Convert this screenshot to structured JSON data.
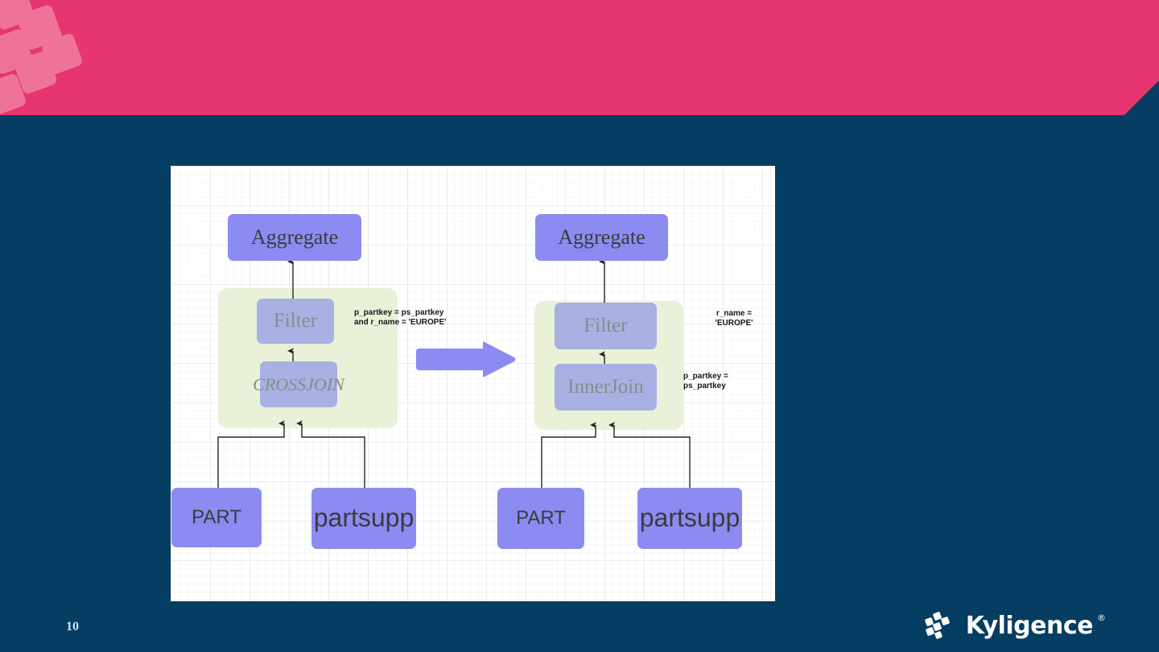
{
  "slide": {
    "page_number": "10",
    "brand_name": "Kyligence",
    "brand_trademark": "®",
    "colors": {
      "header_pink": "#e63571",
      "header_diamond": "#ef7398",
      "background_navy": "#063d62",
      "node_blue": "#8b8bf2",
      "node_blue_soft": "#a9b0e3",
      "group_green": "#e9f1d9",
      "canvas_white": "#ffffff",
      "grid_line": "#ececec"
    }
  },
  "diagram": {
    "type": "query-plan-transformation",
    "left_plan": {
      "name": "before-plan",
      "nodes": [
        {
          "id": "agg-left",
          "label": "Aggregate",
          "style": "strong",
          "font": "serif"
        },
        {
          "id": "filter-left",
          "label": "Filter",
          "style": "soft",
          "font": "serif"
        },
        {
          "id": "crossjoin-left",
          "label": "CROSSJOIN",
          "style": "soft",
          "font": "serif-italic"
        },
        {
          "id": "part-left",
          "label": "PART",
          "style": "strong",
          "font": "sans"
        },
        {
          "id": "partsupp-left",
          "label": "partsupp",
          "style": "strong",
          "font": "sans"
        }
      ],
      "annotation": "p_partkey = ps_partkey\nand r_name = 'EUROPE'",
      "group_label": "pushdown-candidate-region"
    },
    "right_plan": {
      "name": "after-plan",
      "nodes": [
        {
          "id": "agg-right",
          "label": "Aggregate",
          "style": "strong",
          "font": "serif"
        },
        {
          "id": "filter-right",
          "label": "Filter",
          "style": "soft",
          "font": "serif"
        },
        {
          "id": "innerjoin-right",
          "label": "InnerJoin",
          "style": "soft",
          "font": "serif"
        },
        {
          "id": "part-right",
          "label": "PART",
          "style": "strong",
          "font": "sans"
        },
        {
          "id": "partsupp-right",
          "label": "partsupp",
          "style": "strong",
          "font": "sans"
        }
      ],
      "annotation_filter": "r_name =\n'EUROPE'",
      "annotation_join": "p_partkey =\nps_partkey",
      "group_label": "optimized-region"
    },
    "transform_arrow": {
      "direction": "right",
      "color": "#8b8bf2"
    }
  }
}
